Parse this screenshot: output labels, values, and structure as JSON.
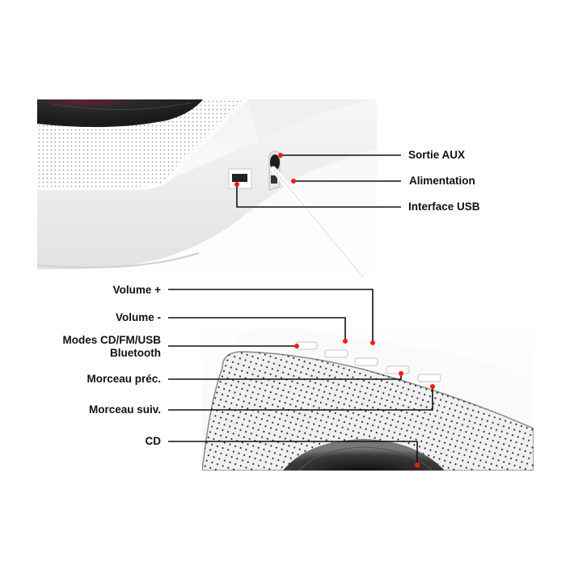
{
  "photos": {
    "top": {
      "description": "Lecteur CD blanc - vue arrière des connecteurs",
      "ports": [
        "aux-port",
        "power-port",
        "usb-port"
      ]
    },
    "bottom": {
      "description": "Lecteur CD blanc - vue des boutons du dessus",
      "buttons": 5
    }
  },
  "callouts_top": [
    {
      "label": "Sortie AUX"
    },
    {
      "label": "Alimentation"
    },
    {
      "label": "Interface USB"
    }
  ],
  "callouts_bottom": [
    {
      "label": "Volume +"
    },
    {
      "label": "Volume -"
    },
    {
      "label": "Modes CD/FM/USB",
      "label2": "Bluetooth"
    },
    {
      "label": "Morceau préc."
    },
    {
      "label": "Morceau suiv."
    },
    {
      "label": "CD"
    }
  ],
  "colors": {
    "marker": "#ff1a0a",
    "line": "#111111",
    "device_body": "#f2f2f2",
    "disc": "#2a2a2a"
  }
}
